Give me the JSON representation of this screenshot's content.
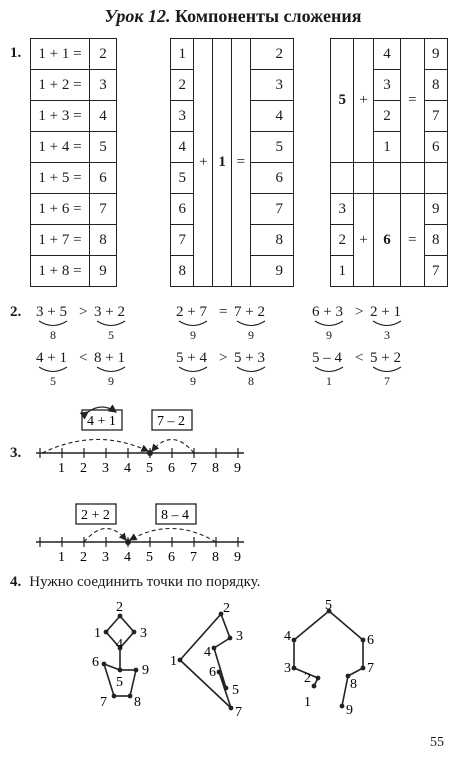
{
  "title": {
    "lesson": "Урок 12.",
    "topic": "Компоненты сложения"
  },
  "task1": {
    "number": "1.",
    "table1": [
      {
        "expr": "1 + 1 =",
        "res": "2"
      },
      {
        "expr": "1 + 2 =",
        "res": "3"
      },
      {
        "expr": "1 + 3 =",
        "res": "4"
      },
      {
        "expr": "1 + 4 =",
        "res": "5"
      },
      {
        "expr": "1 + 5 =",
        "res": "6"
      },
      {
        "expr": "1 + 6 =",
        "res": "7"
      },
      {
        "expr": "1 + 7 =",
        "res": "8"
      },
      {
        "expr": "1 + 8 =",
        "res": "9"
      }
    ],
    "table2": {
      "left": [
        "1",
        "2",
        "3",
        "4",
        "5",
        "6",
        "7",
        "8"
      ],
      "plus": "+",
      "addend": "1",
      "eq": "=",
      "right": [
        "2",
        "3",
        "4",
        "5",
        "6",
        "7",
        "8",
        "9"
      ]
    },
    "table3": {
      "top": {
        "big": "5",
        "plus": "+",
        "mid": [
          "4",
          "3",
          "2",
          "1"
        ],
        "eq": "=",
        "right": [
          "9",
          "8",
          "7",
          "6"
        ]
      },
      "bottom": {
        "left": [
          "3",
          "2",
          "1"
        ],
        "plus": "+",
        "big": "6",
        "eq": "=",
        "right": [
          "9",
          "8",
          "7"
        ]
      }
    }
  },
  "task2": {
    "number": "2.",
    "items": [
      {
        "left": "3 + 5",
        "sign": ">",
        "right": "3 + 2",
        "lv": "8",
        "rv": "5"
      },
      {
        "left": "2 + 7",
        "sign": "=",
        "right": "7 + 2",
        "lv": "9",
        "rv": "9"
      },
      {
        "left": "6 + 3",
        "sign": ">",
        "right": "2 + 1",
        "lv": "9",
        "rv": "3"
      },
      {
        "left": "4 + 1",
        "sign": "<",
        "right": "8 + 1",
        "lv": "5",
        "rv": "9"
      },
      {
        "left": "5 + 4",
        "sign": ">",
        "right": "5 + 3",
        "lv": "9",
        "rv": "8"
      },
      {
        "left": "5 – 4",
        "sign": "<",
        "right": "5 + 2",
        "lv": "1",
        "rv": "7"
      }
    ]
  },
  "task3": {
    "number": "3.",
    "line1": {
      "box1": "4 + 1",
      "box2": "7 – 2"
    },
    "line2": {
      "box1": "2 + 2",
      "box2": "8 – 4"
    },
    "ticks": [
      "1",
      "2",
      "3",
      "4",
      "5",
      "6",
      "7",
      "8",
      "9"
    ]
  },
  "task4": {
    "number": "4.",
    "text": "Нужно соединить точки по порядку.",
    "fig1": [
      "1",
      "2",
      "3",
      "4",
      "5",
      "6",
      "7",
      "8",
      "9"
    ],
    "fig2": [
      "1",
      "2",
      "3",
      "4",
      "5",
      "6",
      "7"
    ],
    "fig3": [
      "1",
      "2",
      "3",
      "4",
      "5",
      "6",
      "7",
      "8",
      "9"
    ]
  },
  "page_number": "55"
}
